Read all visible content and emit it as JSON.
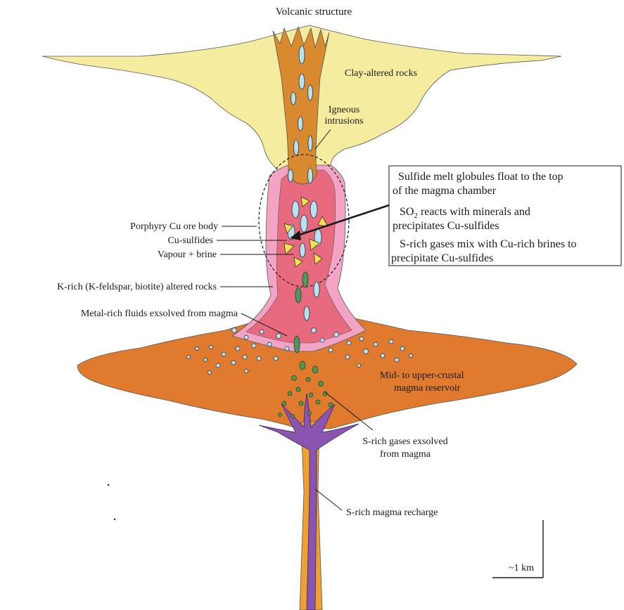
{
  "title": "Volcanic structure",
  "labels": {
    "clay": "Clay-altered rocks",
    "igneous_1": "Igneous",
    "igneous_2": "intrusions",
    "porphyry": "Porphyry Cu ore body",
    "cu_sulfides": "Cu-sulfides",
    "vapour": "Vapour + brine",
    "k_rich": "K-rich (K-feldspar, biotite) altered rocks",
    "metal_rich": "Metal-rich fluids exsolved from magma",
    "reservoir_1": "Mid- to upper-crustal",
    "reservoir_2": "magma reservoir",
    "s_gases_1": "S-rich gases exsolved",
    "s_gases_2": "from magma",
    "recharge": "S-rich magma recharge",
    "scale": "~1 km"
  },
  "callout": {
    "line1": "Sulfide melt globules float to the top",
    "line2": "of the magma chamber",
    "line3_pre": "SO",
    "line3_sub": "2",
    "line3_post": " reacts with minerals and",
    "line4": "precipitates Cu-sulfides",
    "line5": "S-rich gases mix with Cu-rich brines to",
    "line6": "precipitate Cu-sulfides"
  },
  "colors": {
    "clay": "#f5ec9f",
    "intrusion": "#d98a2e",
    "reservoir": "#e07a2e",
    "pink_alteration": "#f3a3c4",
    "ore_body": "#e86a7e",
    "recharge_purple": "#8a55b0",
    "conduit_orange": "#f0a030",
    "fluid_blue": "#b8e2ee",
    "gas_green": "#4e9a52",
    "sulfide_yellow": "#f5e050"
  }
}
